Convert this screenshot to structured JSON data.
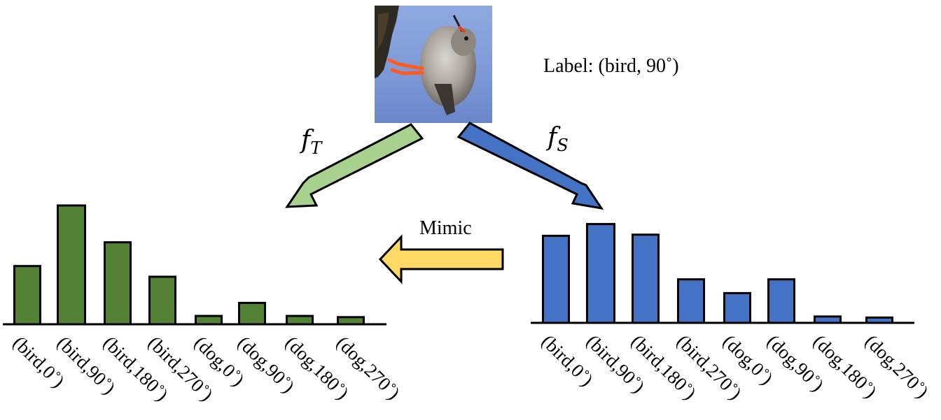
{
  "label_text": "Label: (bird, 90˚)",
  "teacher_symbol": "f",
  "teacher_subscript": "T",
  "student_symbol": "f",
  "student_subscript": "S",
  "mimic_text": "Mimic",
  "colors": {
    "teacher_arrow": "#a9d18e",
    "student_arrow": "#4472c4",
    "mimic_arrow": "#ffd966",
    "teacher_bars": "#538135",
    "student_bars": "#4472c4",
    "stroke": "#000000"
  },
  "chart_data": [
    {
      "type": "bar",
      "categories": [
        "(bird,0˚)",
        "(bird,90˚)",
        "(bird,180˚)",
        "(bird,270˚)",
        "(dog,0˚)",
        "(dog,90˚)",
        "(dog,180˚)",
        "(dog,270˚)"
      ],
      "values": [
        0.49,
        1.0,
        0.69,
        0.4,
        0.07,
        0.18,
        0.07,
        0.06
      ],
      "ylim": [
        0,
        1
      ]
    },
    {
      "type": "bar",
      "categories": [
        "(bird,0˚)",
        "(bird,90˚)",
        "(bird,180˚)",
        "(bird,270˚)",
        "(dog,0˚)",
        "(dog,90˚)",
        "(dog,180˚)",
        "(dog,270˚)"
      ],
      "values": [
        0.82,
        0.93,
        0.83,
        0.41,
        0.28,
        0.41,
        0.06,
        0.05
      ],
      "ylim": [
        0,
        1
      ]
    }
  ]
}
